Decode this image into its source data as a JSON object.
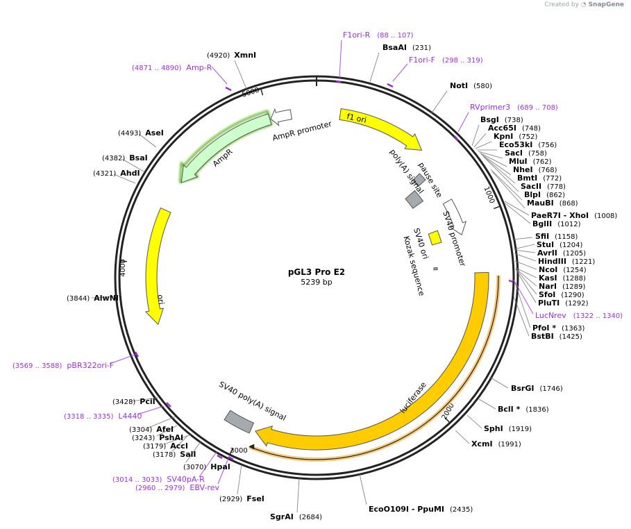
{
  "header": {
    "created_by": "Created by",
    "brand": "SnapGene"
  },
  "plasmid": {
    "name": "pGL3 Pro E2",
    "length": "5239 bp",
    "total_bp": 5239
  },
  "ticks": [
    "1000",
    "2000",
    "3000",
    "4000",
    "5000"
  ],
  "features": [
    {
      "name": "f1 ori",
      "start": 120,
      "end": 575,
      "strand": 1,
      "color": "#ffff00"
    },
    {
      "name": "SV40 promoter",
      "start": 870,
      "end": 1070,
      "strand": 1,
      "color": "#ffffff"
    },
    {
      "name": "SV40 ori",
      "start": 1000,
      "end": 1080,
      "strand": 0,
      "color": "#ffff00"
    },
    {
      "name": "luciferase",
      "start": 1284,
      "end": 2936,
      "strand": 1,
      "color": "#ffcc00"
    },
    {
      "name": "SV40 poly(A) signal",
      "start": 2960,
      "end": 3100,
      "strand": 0,
      "color": "#a4aaaf"
    },
    {
      "name": "ori",
      "start": 3690,
      "end": 4280,
      "strand": -1,
      "color": "#ffff00"
    },
    {
      "name": "AmpR",
      "start": 4440,
      "end": 5000,
      "strand": -1,
      "color": "#ccffcc"
    },
    {
      "name": "AmpR promoter",
      "start": 5005,
      "end": 5110,
      "strand": -1,
      "color": "#ffffff"
    },
    {
      "name": "poly(A) signal",
      "start": 650,
      "end": 700,
      "strand": 0,
      "color": "#a4aaaf"
    },
    {
      "name": "pause site",
      "start": 705,
      "end": 790,
      "strand": 0,
      "color": "#a4aaaf"
    },
    {
      "name": "Kozak sequence",
      "start": 1240,
      "end": 1255,
      "strand": 0,
      "color": "#a4aaaf"
    }
  ],
  "primers": [
    {
      "name": "F1ori-R",
      "range": "(88 .. 107)"
    },
    {
      "name": "F1ori-F",
      "range": "(298 .. 319)"
    },
    {
      "name": "RVprimer3",
      "range": "(689 .. 708)"
    },
    {
      "name": "LucNrev",
      "range": "(1322 .. 1340)"
    },
    {
      "name": "Amp-R",
      "range": "(4871 .. 4890)"
    },
    {
      "name": "pBR322ori-F",
      "range": "(3569 .. 3588)"
    },
    {
      "name": "L4440",
      "range": "(3318 .. 3335)"
    },
    {
      "name": "SV40pA-R",
      "range": "(3014 .. 3033)"
    },
    {
      "name": "EBV-rev",
      "range": "(2960 .. 2979)"
    }
  ],
  "sites": [
    {
      "name": "BsaAI",
      "coord": "(231)",
      "bold": true
    },
    {
      "name": "NotI",
      "coord": "(580)",
      "bold": true
    },
    {
      "name": "BsgI",
      "coord": "(738)",
      "bold": true
    },
    {
      "name": "Acc65I",
      "coord": "(748)",
      "bold": true
    },
    {
      "name": "KpnI",
      "coord": "(752)",
      "bold": true
    },
    {
      "name": "Eco53kI",
      "coord": "(756)",
      "bold": true
    },
    {
      "name": "SacI",
      "coord": "(758)",
      "bold": true
    },
    {
      "name": "MluI",
      "coord": "(762)",
      "bold": true
    },
    {
      "name": "NheI",
      "coord": "(768)",
      "bold": true
    },
    {
      "name": "BmtI",
      "coord": "(772)",
      "bold": true
    },
    {
      "name": "SacII",
      "coord": "(778)",
      "bold": true
    },
    {
      "name": "BlpI",
      "coord": "(862)",
      "bold": true
    },
    {
      "name": "MauBI",
      "coord": "(868)",
      "bold": true
    },
    {
      "name": "PaeR7I - XhoI",
      "coord": "(1008)",
      "bold": true
    },
    {
      "name": "BglII",
      "coord": "(1012)",
      "bold": true
    },
    {
      "name": "SfiI",
      "coord": "(1158)",
      "bold": true
    },
    {
      "name": "StuI",
      "coord": "(1204)",
      "bold": true
    },
    {
      "name": "AvrII",
      "coord": "(1205)",
      "bold": true
    },
    {
      "name": "HindIII",
      "coord": "(1221)",
      "bold": true
    },
    {
      "name": "NcoI",
      "coord": "(1254)",
      "bold": true
    },
    {
      "name": "KasI",
      "coord": "(1288)",
      "bold": true
    },
    {
      "name": "NarI",
      "coord": "(1289)",
      "bold": true
    },
    {
      "name": "SfoI",
      "coord": "(1290)",
      "bold": true
    },
    {
      "name": "PluTI",
      "coord": "(1292)",
      "bold": true
    },
    {
      "name": "PfoI *",
      "coord": "(1363)",
      "bold": true
    },
    {
      "name": "BstBI",
      "coord": "(1425)",
      "bold": true
    },
    {
      "name": "BsrGI",
      "coord": "(1746)",
      "bold": true
    },
    {
      "name": "BclI *",
      "coord": "(1836)",
      "bold": true
    },
    {
      "name": "SphI",
      "coord": "(1919)",
      "bold": true
    },
    {
      "name": "XcmI",
      "coord": "(1991)",
      "bold": true
    },
    {
      "name": "EcoO109I - PpuMI",
      "coord": "(2435)",
      "bold": true
    },
    {
      "name": "SgrAI",
      "coord": "(2684)",
      "bold": true
    },
    {
      "name": "FseI",
      "coord": "(2929)",
      "bold": true
    },
    {
      "name": "HpaI",
      "coord": "(3070)",
      "bold": true
    },
    {
      "name": "SalI",
      "coord": "(3178)",
      "bold": true
    },
    {
      "name": "AccI",
      "coord": "(3179)",
      "bold": true
    },
    {
      "name": "PshAI",
      "coord": "(3243)",
      "bold": true
    },
    {
      "name": "AfeI",
      "coord": "(3304)",
      "bold": true
    },
    {
      "name": "PciI",
      "coord": "(3428)",
      "bold": true
    },
    {
      "name": "AlwNI",
      "coord": "(3844)",
      "bold": true
    },
    {
      "name": "AhdI",
      "coord": "(4321)",
      "bold": true
    },
    {
      "name": "BsaI",
      "coord": "(4382)",
      "bold": true
    },
    {
      "name": "AseI",
      "coord": "(4493)",
      "bold": true
    },
    {
      "name": "XmnI",
      "coord": "(4920)",
      "bold": true
    }
  ]
}
